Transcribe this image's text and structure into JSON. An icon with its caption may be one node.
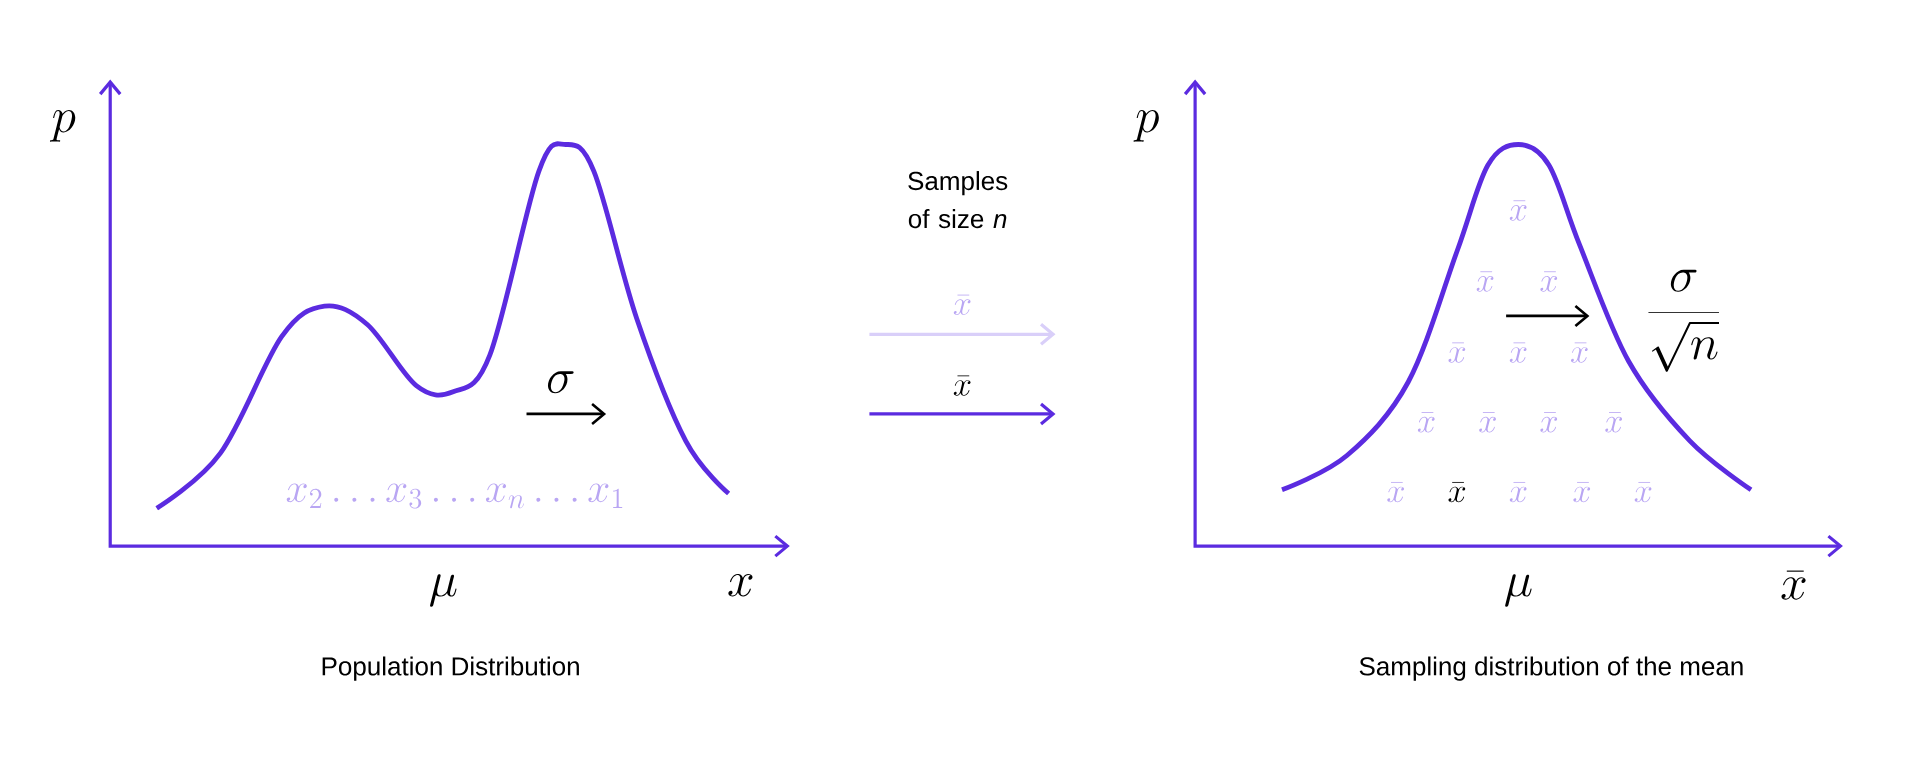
{
  "diagram": {
    "labels": [
      "p",
      "p",
      "Samples of size *n*",
      "\\bar{x}",
      "\\bar{x}",
      "\\bar{x}",
      "\\bar{x}",
      "\\bar{x}",
      "\\bar{x}",
      "\\bar{x}",
      "\\bar{x}",
      "\\frac{\\sigma}{\\sqrt{n}}",
      "\\sigma",
      "\\bar{x}",
      "\\bar{x}",
      "\\bar{x}",
      "\\bar{x}",
      "x_2 \\ldots x_3 \\ldots x_n \\ldots x_1",
      "\\bar{x}",
      "\\bar{x}",
      "\\bar{x}",
      "\\bar{x}",
      "\\bar{x}",
      "\\mu",
      "x",
      "\\mu",
      "\\bar{x}",
      "Population Distribution",
      "Sampling distribution of the mean"
    ]
  }
}
